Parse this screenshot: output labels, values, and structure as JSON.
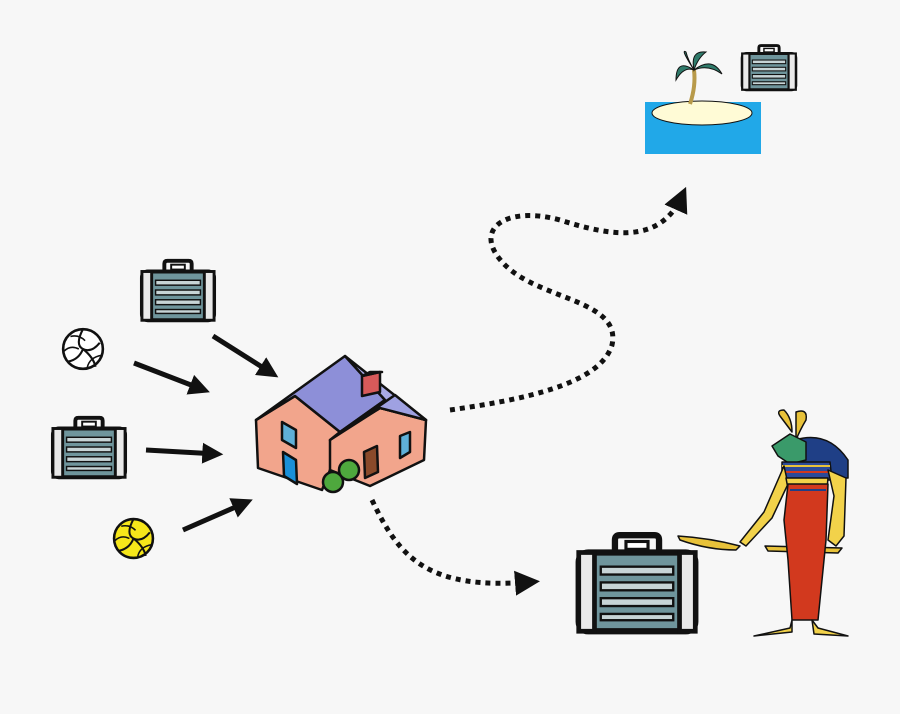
{
  "diagram": {
    "background_color": "#f7f7f7",
    "colors": {
      "outline": "#111111",
      "suitcase_body": "#6f959c",
      "suitcase_stripe": "#c7d4d6",
      "house_wall": "#f2a58c",
      "house_roof": "#8d8fd8",
      "chimney": "#d85a5a",
      "house_window": "#5fb0d8",
      "house_door": "#8a4a2a",
      "bush": "#4ea83d",
      "water": "#21a8e8",
      "sand": "#fffbd6",
      "palm_leaf": "#2f7a6a",
      "palm_trunk": "#b89a4a",
      "volleyball_white": "#ffffff",
      "volleyball_yellow": "#f6e61a",
      "figure_skin": "#f2d24a",
      "figure_dress": "#d2391e",
      "figure_hair": "#1f3f86",
      "figure_horn": "#e8c23a",
      "figure_face": "#3a9a6a"
    },
    "icons": [
      "suitcase-icon",
      "volleyball-icon",
      "house-icon",
      "tropical-island-icon",
      "palm-tree-icon",
      "egyptian-deity-figure-icon",
      "arrow-icon",
      "dotted-path-arrow-icon"
    ],
    "inputs": [
      {
        "kind": "suitcase",
        "icon": "suitcase-icon"
      },
      {
        "kind": "volleyball-white",
        "icon": "volleyball-icon"
      },
      {
        "kind": "suitcase",
        "icon": "suitcase-icon"
      },
      {
        "kind": "volleyball-yellow",
        "icon": "volleyball-icon"
      }
    ],
    "hub": {
      "icon": "house-icon"
    },
    "destinations": [
      {
        "kind": "island-with-suitcase",
        "icon": "tropical-island-icon",
        "connector": "dotted-curved-arrow"
      },
      {
        "kind": "large-suitcase-with-figure",
        "icon": "egyptian-deity-figure-icon",
        "connector": "dotted-curved-arrow"
      }
    ]
  }
}
